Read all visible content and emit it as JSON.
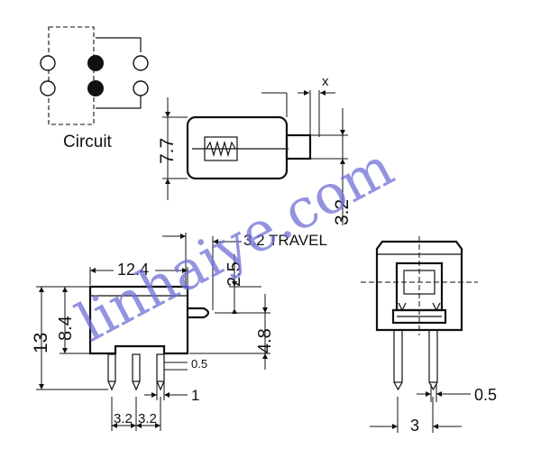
{
  "circuit": {
    "label": "Circuit"
  },
  "top_view": {
    "x_label": "x",
    "height_label": "7.7",
    "offset_label": "3.2"
  },
  "front_view": {
    "travel_label": "3.2 TRAVEL",
    "width_label": "12.4",
    "height_label": "13",
    "body_height_label": "8.4",
    "actuator_height_label": "2.5",
    "actuator_offset_label": "4.8",
    "pin_thickness_label": "0.5",
    "pin_width_label": "1",
    "pitch_left_label": "3.2",
    "pitch_right_label": "3.2"
  },
  "side_view": {
    "pin_thickness_label": "0.5",
    "pin_spacing_label": "3"
  },
  "watermark": "linhaiye.com"
}
